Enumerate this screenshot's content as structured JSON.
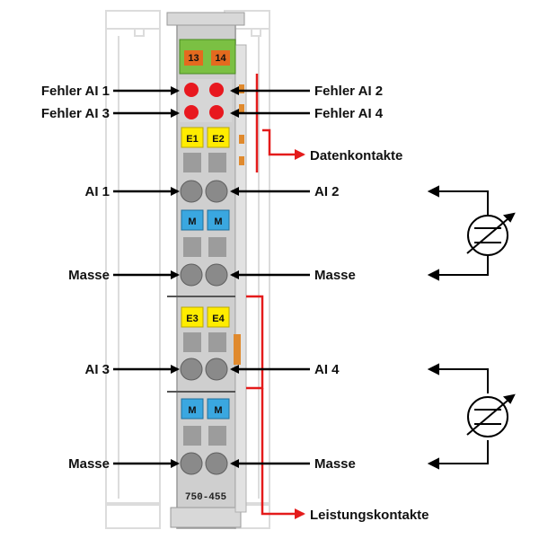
{
  "diagram": {
    "left_labels": [
      "Fehler AI 1",
      "Fehler AI 3",
      "AI 1",
      "Masse",
      "AI 3",
      "Masse"
    ],
    "right_labels": [
      "Fehler AI 2",
      "Fehler AI 4",
      "AI 2",
      "Masse",
      "AI 4",
      "Masse"
    ],
    "contact_labels": {
      "data": "Datenkontakte",
      "power": "Leistungskontakte"
    },
    "module": {
      "top_tags": [
        "13",
        "14"
      ],
      "slot_tags": [
        "E1",
        "E2",
        "M",
        "M",
        "E3",
        "E4",
        "M",
        "M"
      ],
      "model": "750-455"
    },
    "colors": {
      "arrow": "#000000",
      "contact_line": "#e41b1b",
      "led": "#e8181f",
      "tag_orange": "#e46a1f",
      "tag_green": "#7bc043",
      "tag_yellow": "#ffec00",
      "tag_blue": "#3aa7e0",
      "module_body": "#cfcfcf"
    },
    "icons": [
      "current-source-icon",
      "current-source-icon"
    ]
  }
}
